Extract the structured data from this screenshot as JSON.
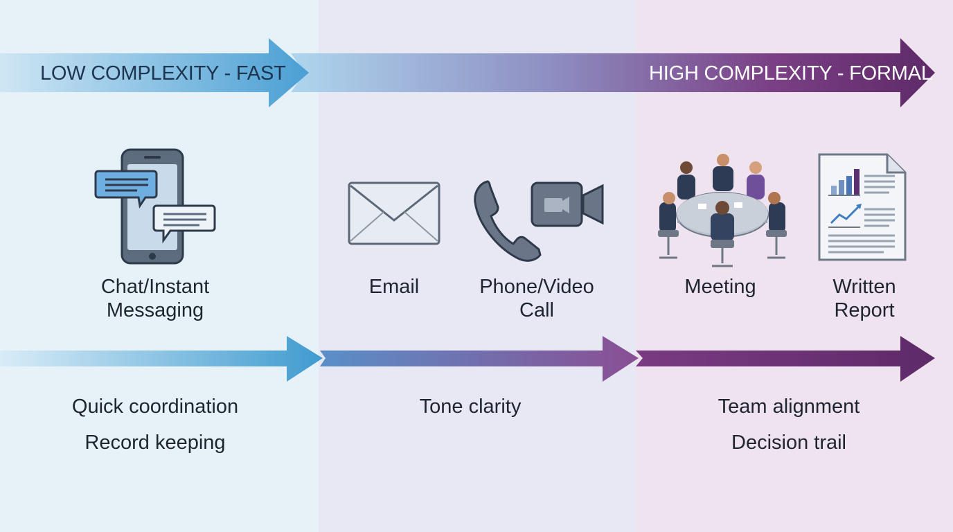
{
  "banner": {
    "low_label": "LOW COMPLEXITY - FAST",
    "high_label": "HIGH COMPLEXITY - FORMAL"
  },
  "channels": [
    {
      "label": "Chat/Instant\nMessaging",
      "icon": "chat-phone-icon"
    },
    {
      "label": "Email",
      "icon": "envelope-icon"
    },
    {
      "label": "Phone/Video\nCall",
      "icon": "phone-video-icon"
    },
    {
      "label": "Meeting",
      "icon": "meeting-table-icon"
    },
    {
      "label": "Written\nReport",
      "icon": "report-document-icon"
    }
  ],
  "benefits": [
    {
      "label": "Quick coordination"
    },
    {
      "label": "Record keeping"
    },
    {
      "label": "Tone clarity"
    },
    {
      "label": "Team alignment"
    },
    {
      "label": "Decision trail"
    }
  ],
  "colors": {
    "blue": "#4a9fd4",
    "purple": "#6b2f72",
    "light_blue": "#a9d2ea"
  }
}
